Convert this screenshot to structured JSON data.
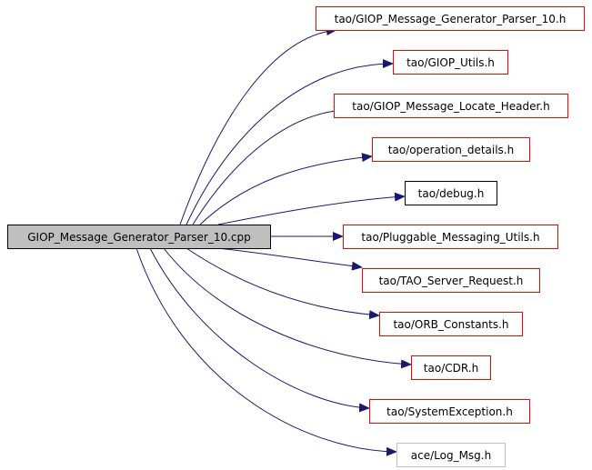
{
  "diagram": {
    "type": "include-dependency-graph",
    "colors": {
      "edge": "#191970",
      "source_fill": "#bfbfbf",
      "source_border": "#000000",
      "documented_border": "#ff0000",
      "plain_border": "#000000",
      "external_border": "#bfbfbf"
    },
    "source": {
      "id": "src",
      "label": "GIOP_Message_Generator_Parser_10.cpp"
    },
    "targets": [
      {
        "id": "t0",
        "label": "tao/GIOP_Message_Generator_Parser_10.h",
        "border": "documented"
      },
      {
        "id": "t1",
        "label": "tao/GIOP_Utils.h",
        "border": "documented"
      },
      {
        "id": "t2",
        "label": "tao/GIOP_Message_Locate_Header.h",
        "border": "documented"
      },
      {
        "id": "t3",
        "label": "tao/operation_details.h",
        "border": "documented"
      },
      {
        "id": "t4",
        "label": "tao/debug.h",
        "border": "plain"
      },
      {
        "id": "t5",
        "label": "tao/Pluggable_Messaging_Utils.h",
        "border": "documented"
      },
      {
        "id": "t6",
        "label": "tao/TAO_Server_Request.h",
        "border": "documented"
      },
      {
        "id": "t7",
        "label": "tao/ORB_Constants.h",
        "border": "documented"
      },
      {
        "id": "t8",
        "label": "tao/CDR.h",
        "border": "documented"
      },
      {
        "id": "t9",
        "label": "tao/SystemException.h",
        "border": "documented"
      },
      {
        "id": "t10",
        "label": "ace/Log_Msg.h",
        "border": "external"
      }
    ],
    "edges": [
      {
        "from": "src",
        "to": "t0"
      },
      {
        "from": "src",
        "to": "t1"
      },
      {
        "from": "src",
        "to": "t2"
      },
      {
        "from": "src",
        "to": "t3"
      },
      {
        "from": "src",
        "to": "t4"
      },
      {
        "from": "src",
        "to": "t5"
      },
      {
        "from": "src",
        "to": "t6"
      },
      {
        "from": "src",
        "to": "t7"
      },
      {
        "from": "src",
        "to": "t8"
      },
      {
        "from": "src",
        "to": "t9"
      },
      {
        "from": "src",
        "to": "t10"
      }
    ]
  }
}
